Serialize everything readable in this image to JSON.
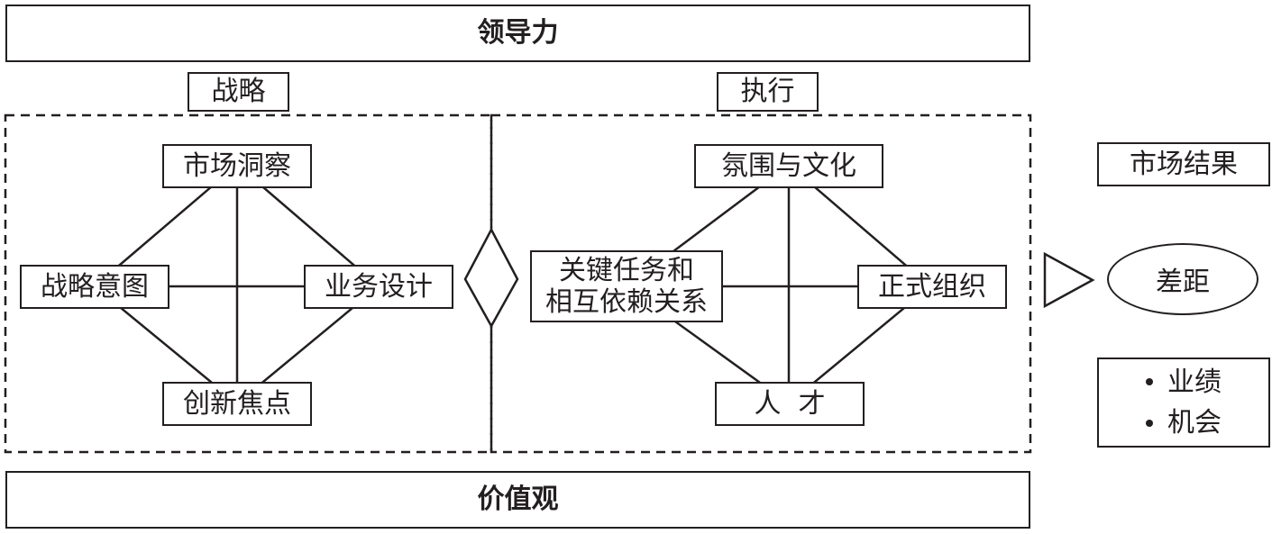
{
  "leadership": "领导力",
  "values": "价值观",
  "strategy": {
    "label": "战略",
    "top": "市场洞察",
    "left": "战略意图",
    "right": "业务设计",
    "bottom": "创新焦点"
  },
  "execution": {
    "label": "执行",
    "top": "氛围与文化",
    "left_line1": "关键任务和",
    "left_line2": "相互依赖关系",
    "right": "正式组织",
    "bottom": "人  才"
  },
  "results": {
    "market_results": "市场结果",
    "gap": "差距",
    "bullets": [
      "业绩",
      "机会"
    ]
  },
  "colors": {
    "stroke": "#231f20",
    "background": "#ffffff"
  }
}
